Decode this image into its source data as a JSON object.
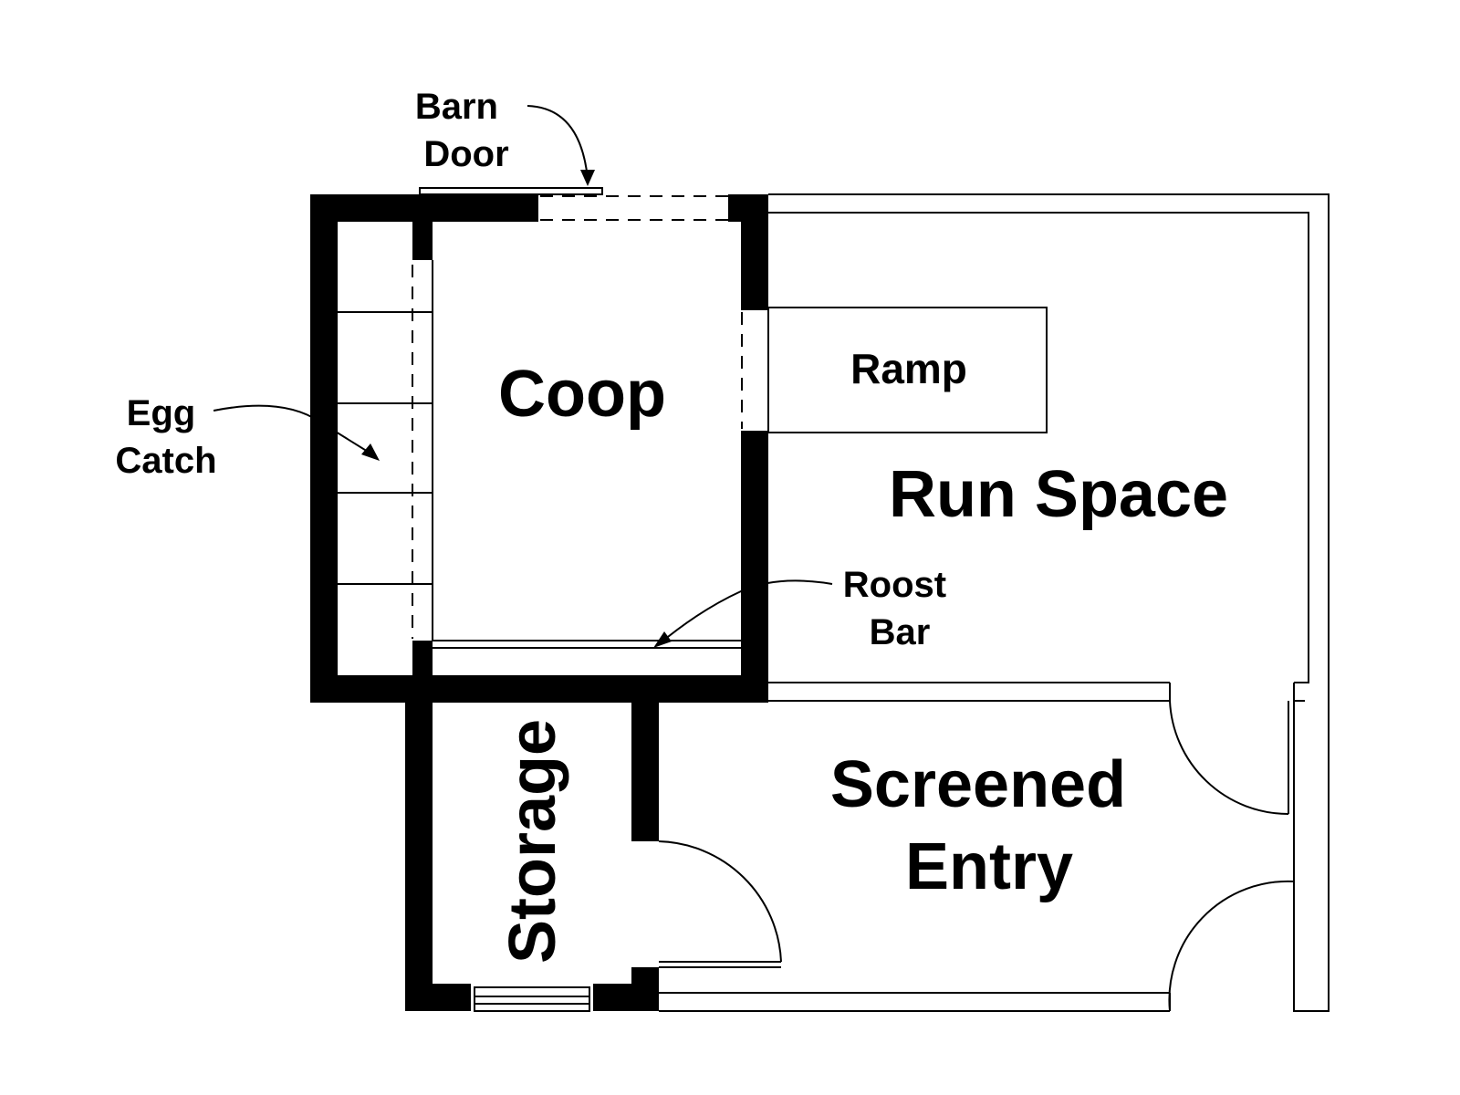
{
  "labels": {
    "barn_door": [
      "Barn",
      "Door"
    ],
    "egg_catch": [
      "Egg",
      "Catch"
    ],
    "coop": "Coop",
    "ramp": "Ramp",
    "run_space": "Run Space",
    "roost_bar": [
      "Roost",
      "Bar"
    ],
    "storage": "Storage",
    "screened_entry": [
      "Screened",
      "Entry"
    ]
  },
  "colors": {
    "wall": "#000000",
    "background": "#ffffff"
  }
}
